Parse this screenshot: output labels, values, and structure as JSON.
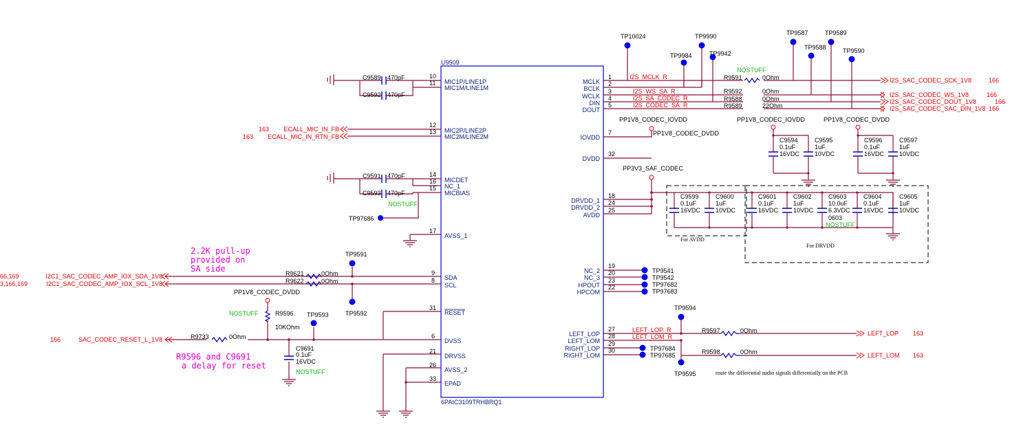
{
  "chip": {
    "refdes": "U9509",
    "part_number": "6PAIC3109TRHBRQ1",
    "left_pins": [
      {
        "num": "10",
        "name": "MIC1P/LINE1P"
      },
      {
        "num": "11",
        "name": "MIC1M/LINE1M"
      },
      {
        "num": "12",
        "name": "MIC2P/LINE2P"
      },
      {
        "num": "13",
        "name": "MIC2M/LINE2M"
      },
      {
        "num": "14",
        "name": "MICDET"
      },
      {
        "num": "16",
        "name": "NC_1"
      },
      {
        "num": "15",
        "name": "MICBIAS"
      },
      {
        "num": "17",
        "name": "AVSS_1"
      },
      {
        "num": "9",
        "name": "SDA"
      },
      {
        "num": "8",
        "name": "SCL"
      },
      {
        "num": "31",
        "name": "RESET"
      },
      {
        "num": "6",
        "name": "DVSS"
      },
      {
        "num": "21",
        "name": "DRVSS"
      },
      {
        "num": "26",
        "name": "AVSS_2"
      },
      {
        "num": "33",
        "name": "EPAD"
      }
    ],
    "right_pins": [
      {
        "num": "1",
        "name": "MCLK"
      },
      {
        "num": "2",
        "name": "BCLK"
      },
      {
        "num": "3",
        "name": "WCLK"
      },
      {
        "num": "4",
        "name": "DIN"
      },
      {
        "num": "5",
        "name": "DOUT"
      },
      {
        "num": "7",
        "name": "IOVDD"
      },
      {
        "num": "32",
        "name": "DVDD"
      },
      {
        "num": "18",
        "name": "DRVDD_1"
      },
      {
        "num": "24",
        "name": "DRVDD_2"
      },
      {
        "num": "25",
        "name": "AVDD"
      },
      {
        "num": "19",
        "name": "NC_2"
      },
      {
        "num": "20",
        "name": "NC_3"
      },
      {
        "num": "23",
        "name": "HPOUT"
      },
      {
        "num": "22",
        "name": "HPCOM"
      },
      {
        "num": "27",
        "name": "LEFT_LOP"
      },
      {
        "num": "28",
        "name": "LEFT_LOM"
      },
      {
        "num": "29",
        "name": "RIGHT_LOP"
      },
      {
        "num": "30",
        "name": "RIGHT_LOM"
      }
    ]
  },
  "left_caps": [
    {
      "ref": "C9589",
      "value": "470pF"
    },
    {
      "ref": "C9592",
      "value": "470pF"
    },
    {
      "ref": "C9591",
      "value": "470pF"
    },
    {
      "ref": "C9593",
      "value": "470pF"
    }
  ],
  "nostuff": "NOSTUFF",
  "left_nets": {
    "ecall_p": "ECALL_MIC_IN_FB",
    "ecall_p_page": "163",
    "ecall_m": "ECALL_MIC_IN_RTN_FB",
    "ecall_m_page": "163",
    "sda": "I2C1_SAC_CODEC_AMP_IOX_SDA_1V8",
    "sda_page": "66,169",
    "scl": "I2C1_SAC_CODEC_AMP_IOX_SCL_1V8",
    "scl_page": "3,166,169",
    "reset": "SAC_CODEC_RESET_L_1V8",
    "reset_page": "166"
  },
  "left_tps": {
    "micbias": "TP97686",
    "sda_top": "TP9591",
    "scl_bot": "TP9592",
    "reset": "TP9593"
  },
  "left_resistors": [
    {
      "ref": "R9621",
      "value": "0Ohm"
    },
    {
      "ref": "R9622",
      "value": "0Ohm"
    },
    {
      "ref": "R9733",
      "value": "0Ohm"
    },
    {
      "ref": "R9596",
      "value": "10KOhm"
    }
  ],
  "reset_cap": {
    "ref": "C9691",
    "value": "0.1uF",
    "voltage": "16VDC"
  },
  "pp1v8_dvdd_left": "PP1V8_CODEC_DVDD",
  "notes": {
    "pullup": [
      "2.2K pull-up",
      "provided on",
      "SA side"
    ],
    "delay": [
      "R9596 and C9691",
      "a delay for reset"
    ]
  },
  "i2s": {
    "tps_top": [
      "TP10024",
      "TP9990",
      "TP9984",
      "TP9942",
      "TP9587",
      "TP9588",
      "TP9589",
      "TP9590"
    ],
    "nets_local": [
      "I2S_MCLK_R",
      "I2S_WS_SA_R",
      "I2S_SA_CODEC_R",
      "I2S_CODEC_SA_R"
    ],
    "resistors": [
      {
        "ref": "R9591",
        "value": "0Ohm"
      },
      {
        "ref": "R9592",
        "value": "0Ohm"
      },
      {
        "ref": "R9588",
        "value": "0Ohm"
      },
      {
        "ref": "R9589",
        "value": "22Ohm"
      }
    ],
    "out_nets": [
      {
        "name": "I2S_SAC_CODEC_SCK_1V8",
        "page": "166"
      },
      {
        "name": "I2S_SAC_CODEC_WS_1V8",
        "page": "166"
      },
      {
        "name": "I2S_SAC_CODEC_DOUT_1V8",
        "page": "166"
      },
      {
        "name": "I2S_SAC_CODEC_SAC_DIN_1V8",
        "page": "166"
      }
    ]
  },
  "power": {
    "iovdd_pin": "PP1V8_CODEC_IOVDD",
    "dvdd_pin": "PP1V8_CODEC_DVDD",
    "iovdd_rail": "PP1V8_CODEC_IOVDD",
    "dvdd_rail": "PP1V8_CODEC_DVDD",
    "saf": "PP3V3_SAF_CODEC"
  },
  "decoupling": [
    {
      "ref": "C9594",
      "value": "0.1uF",
      "voltage": "16VDC"
    },
    {
      "ref": "C9595",
      "value": "1uF",
      "voltage": "10VDC"
    },
    {
      "ref": "C9596",
      "value": "0.1uF",
      "voltage": "16VDC"
    },
    {
      "ref": "C9597",
      "value": "1uF",
      "voltage": "10VDC"
    }
  ],
  "avdd_caps": [
    {
      "ref": "C9599",
      "value": "0.1uF",
      "voltage": "16VDC"
    },
    {
      "ref": "C9600",
      "value": "1uF",
      "voltage": "10VDC"
    }
  ],
  "drvdd_caps": [
    {
      "ref": "C9601",
      "value": "0.1uF",
      "voltage": "16VDC"
    },
    {
      "ref": "C9602",
      "value": "1uF",
      "voltage": "10VDC"
    },
    {
      "ref": "C9603",
      "value": "10.0uF",
      "voltage": "6.3VDC",
      "extra": "0603"
    },
    {
      "ref": "C9604",
      "value": "0.1uF",
      "voltage": "16VDC"
    },
    {
      "ref": "C9605",
      "value": "1uF",
      "voltage": "10VDC"
    }
  ],
  "box_labels": {
    "avdd": "For AVDD",
    "drvdd": "For DRVDD"
  },
  "nc_tps": [
    "TP9541",
    "TP9542",
    "TP97682",
    "TP97683"
  ],
  "output": {
    "lop_r": "LEFT_LOP_R",
    "lom_r": "LEFT_LOM_R",
    "tp_top": "TP9594",
    "tp_bottom": "TP9595",
    "tp_right": [
      "TP97684",
      "TP97685"
    ],
    "r_lop": {
      "ref": "R9597",
      "value": "0Ohm"
    },
    "r_lom": {
      "ref": "R9598",
      "value": "0Ohm"
    },
    "net_lop": "LEFT_LOP",
    "net_lom": "LEFT_LOM",
    "page": "163",
    "note": "route the differential audio signals differentially on the PCB"
  }
}
